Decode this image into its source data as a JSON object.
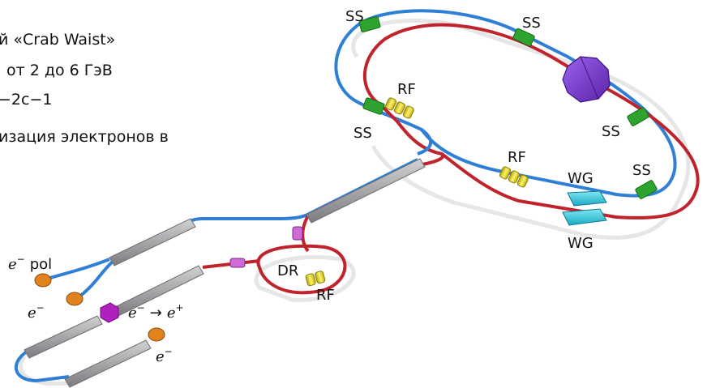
{
  "text_lines": [
    "й «Crab Waist»",
    "от 2 до 6 ГэВ",
    "−2с−1",
    "изация электронов в"
  ],
  "labels": {
    "ss": "SS",
    "rf": "RF",
    "wg": "WG",
    "dr": "DR",
    "e_pol_e": "e",
    "e_pol_sup": "−",
    "e_pol_word": "pol",
    "e_minus_e": "e",
    "e_minus_sup": "−",
    "conv_from": "e",
    "conv_from_sup": "−",
    "conv_arrow": "→",
    "conv_to": "e",
    "conv_to_sup": "+"
  },
  "colors": {
    "blue_line": "#2f7fd6",
    "red_line": "#c0232b",
    "linac_gray": "#a7a7aa",
    "ss_green": "#2ea32e",
    "rf_yellow": "#f1e23a",
    "wg_cyan": "#2cc4dc",
    "detector_purple": "#7a3fd0",
    "source_orange": "#e0821e",
    "converter_magenta": "#b01fc0",
    "kicker_pink": "#d06ad8"
  }
}
